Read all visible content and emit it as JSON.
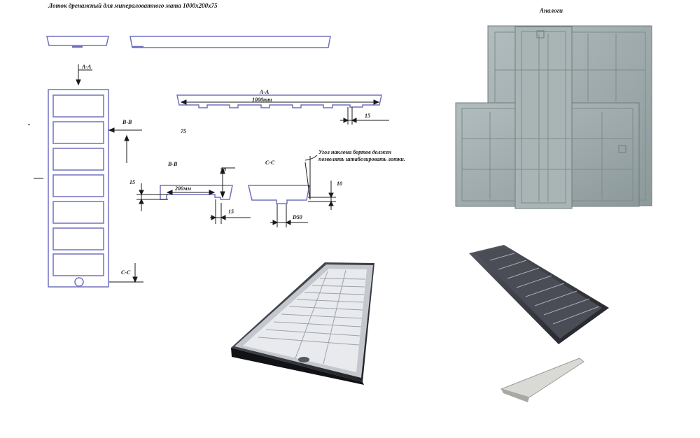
{
  "title": "Лоток дренажный для минераловатного мата 1000х200х75",
  "analogs_label": "Аналоги",
  "note": "Угол наклона бортов должен позволять штабелировать лотки.",
  "sections": {
    "aa_top": "A-A",
    "aa_side": "A-A",
    "bb_side": "B-B",
    "bb_view": "B-B",
    "cc_side": "C-C",
    "cc_view": "C-C"
  },
  "dims": {
    "length": "1000mm",
    "d15_aa": "15",
    "d75": "75",
    "d90": "90",
    "d15_bb_left": "15",
    "d200": "200мм",
    "d15_bb_bottom": "15",
    "d10": "10",
    "d50": "D50"
  },
  "colors": {
    "drawing": "#7070c0",
    "dimension": "#1a1a1a",
    "tray_grey": "#9aa7a8",
    "tray_dark": "#2b2d33"
  }
}
